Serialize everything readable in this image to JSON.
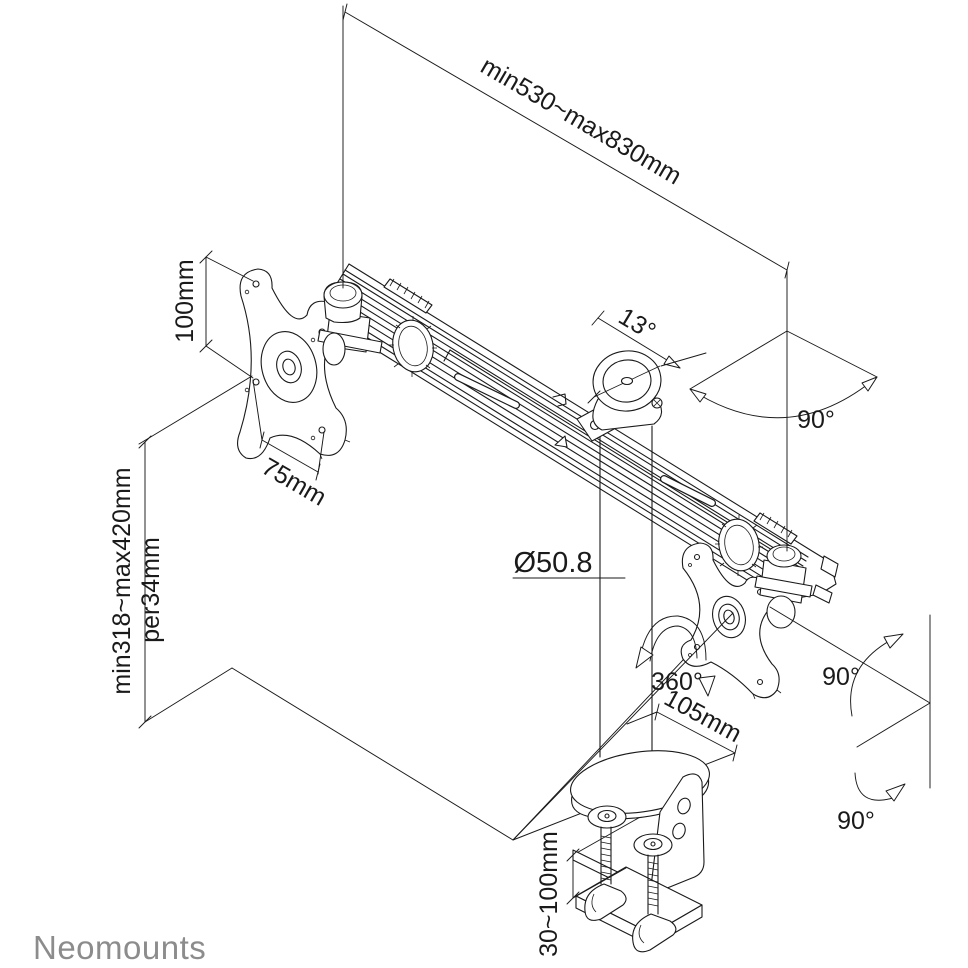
{
  "drawing": {
    "type": "product technical line drawing",
    "product": "dual monitor desk mount arm",
    "brand": "Neomounts",
    "line_color": "#1a1a1a",
    "brand_color": "#8c8c8c",
    "labels": {
      "arm_extension": "min530~max830mm",
      "vesa_height": "100mm",
      "vesa_width": "75mm",
      "pole_height_range": "min318~max420mm",
      "pole_height_step": "per34mm",
      "tilt_angle": "13°",
      "swivel_angle": "90°",
      "pole_diameter": "Ø50.8",
      "rotation_angle": "360°",
      "base_offset": "105mm",
      "pivot_upper_angle": "90°",
      "pivot_lower_angle": "90°",
      "clamp_thickness_range": "30~100mm"
    }
  }
}
